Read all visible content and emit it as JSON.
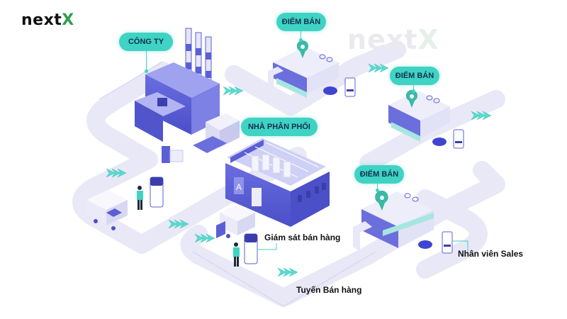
{
  "brand": {
    "logo_main": "next",
    "logo_accent": "X",
    "watermark_main": "next",
    "watermark_accent": "X"
  },
  "nodes": {
    "company": {
      "label": "CÔNG TY"
    },
    "distributor": {
      "label": "NHÀ PHÂN PHỐI"
    },
    "store_1": {
      "label": "ĐIỂM BÁN"
    },
    "store_2": {
      "label": "ĐIỂM BÁN"
    },
    "store_3": {
      "label": "ĐIỂM BÁN"
    }
  },
  "captions": {
    "sales_monitoring": "Giám sát bán hàng",
    "sales_route": "Tuyến Bán hàng",
    "sales_staff": "Nhân viên Sales"
  },
  "colors": {
    "accent_teal": "#3fd3c4",
    "building_blue": "#5b5fd6",
    "building_light": "#dcdcf5",
    "road": "#e7e7f6",
    "logo_green": "#2e9e4f"
  }
}
